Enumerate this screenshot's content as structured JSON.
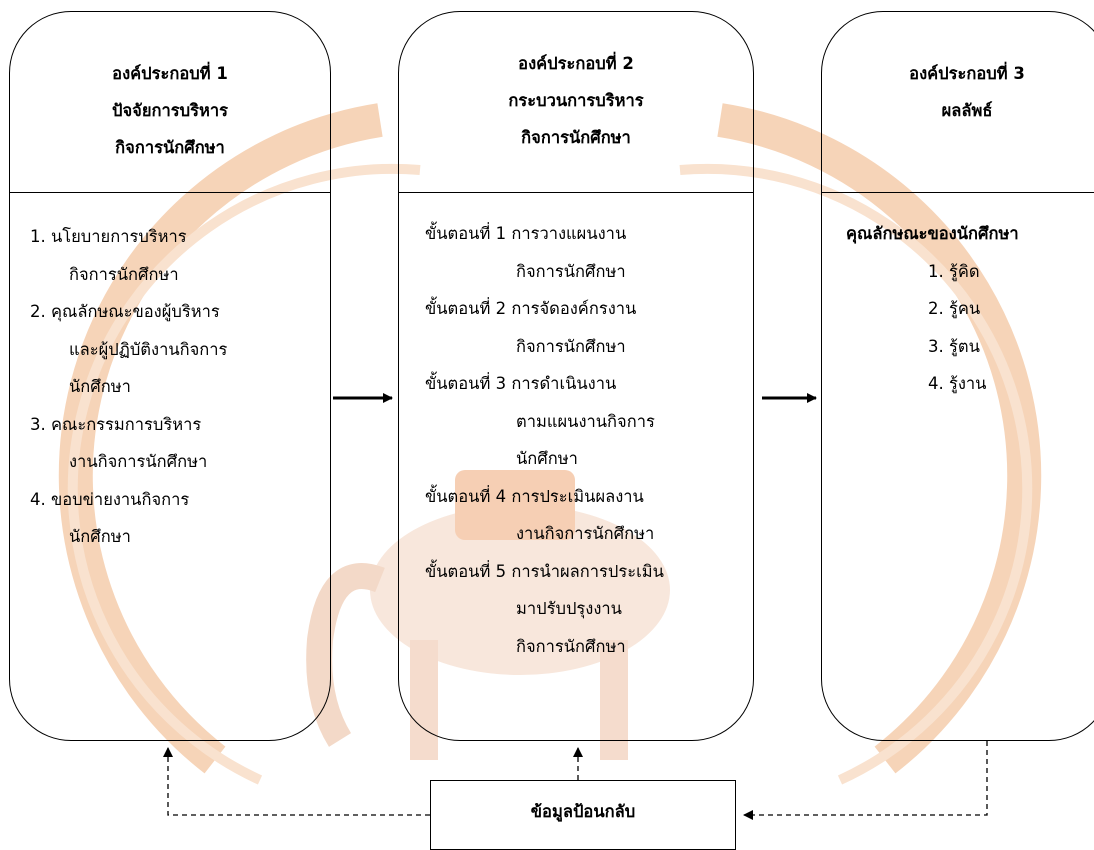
{
  "box1": {
    "title": [
      "องค์ประกอบที่ 1",
      "ปัจจัยการบริหาร",
      "กิจการนักศึกษา"
    ],
    "items": [
      [
        "1. นโยบายการบริหาร",
        "กิจการนักศึกษา"
      ],
      [
        "2. คุณลักษณะของผู้บริหาร",
        "และผู้ปฏิบัติงานกิจการ",
        "นักศึกษา"
      ],
      [
        "3. คณะกรรมการบริหาร",
        "งานกิจการนักศึกษา"
      ],
      [
        "4. ขอบข่ายงานกิจการ",
        "นักศึกษา"
      ]
    ]
  },
  "box2": {
    "title": [
      "องค์ประกอบที่ 2",
      "กระบวนการบริหาร",
      "กิจการนักศึกษา"
    ],
    "steps": [
      {
        "label": "ขั้นตอนที่ 1",
        "lines": [
          "การวางแผนงาน",
          "กิจการนักศึกษา"
        ]
      },
      {
        "label": "ขั้นตอนที่ 2",
        "lines": [
          "การจัดองค์กรงาน",
          "กิจการนักศึกษา"
        ]
      },
      {
        "label": "ขั้นตอนที่ 3",
        "lines": [
          "การดำเนินงาน",
          "ตามแผนงานกิจการ",
          "นักศึกษา"
        ]
      },
      {
        "label": "ขั้นตอนที่ 4",
        "lines": [
          "การประเมินผลงาน",
          "งานกิจการนักศึกษา"
        ]
      },
      {
        "label": "ขั้นตอนที่ 5",
        "lines": [
          "การนำผลการประเมิน",
          "มาปรับปรุงงาน",
          "กิจการนักศึกษา"
        ]
      }
    ]
  },
  "box3": {
    "title": [
      "องค์ประกอบที่ 3",
      "ผลลัพธ์"
    ],
    "heading": "คุณลักษณะของนักศึกษา",
    "items": [
      "1. รู้คิด",
      "2. รู้คน",
      "3. รู้ตน",
      "4. รู้งาน"
    ]
  },
  "feedback": "ข้อมูลป้อนกลับ",
  "colors": {
    "watermark": "#f3c8a6",
    "lines": "#000000"
  }
}
